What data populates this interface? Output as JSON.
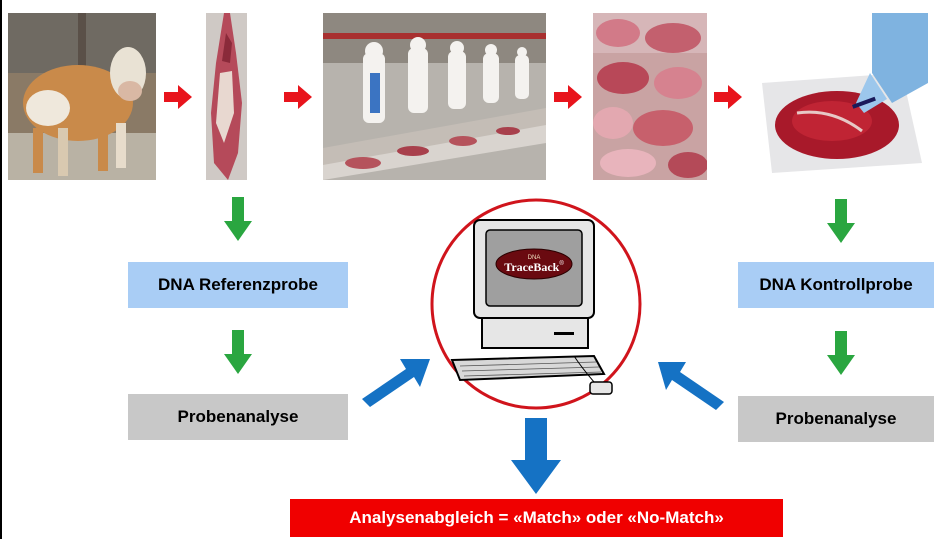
{
  "diagram": {
    "photos": [
      {
        "name": "cow-photo",
        "subject": "cow"
      },
      {
        "name": "carcass-photo",
        "subject": "beef carcass"
      },
      {
        "name": "processing-line-photo",
        "subject": "meat processing line"
      },
      {
        "name": "meat-counter-photo",
        "subject": "retail meat display"
      },
      {
        "name": "steak-sample-photo",
        "subject": "steak with gloved hand sampling"
      }
    ],
    "reference_label": "DNA Referenzprobe",
    "control_label": "DNA Kontrollprobe",
    "analysis_left_label": "Probenanalyse",
    "analysis_right_label": "Probenanalyse",
    "result_label": "Analysenabgleich = «Match» oder «No-Match»",
    "logo_small": "DNA",
    "logo_main": "TraceBack",
    "logo_reg": "®"
  },
  "colors": {
    "chain_arrow": "#e8141c",
    "down_arrow": "#2aa640",
    "to_computer_arrow": "#1572c4",
    "reference_box": "#a9cdf5",
    "analysis_box": "#c8c8c8",
    "result_box": "#f00000",
    "circle": "#d0141c"
  }
}
